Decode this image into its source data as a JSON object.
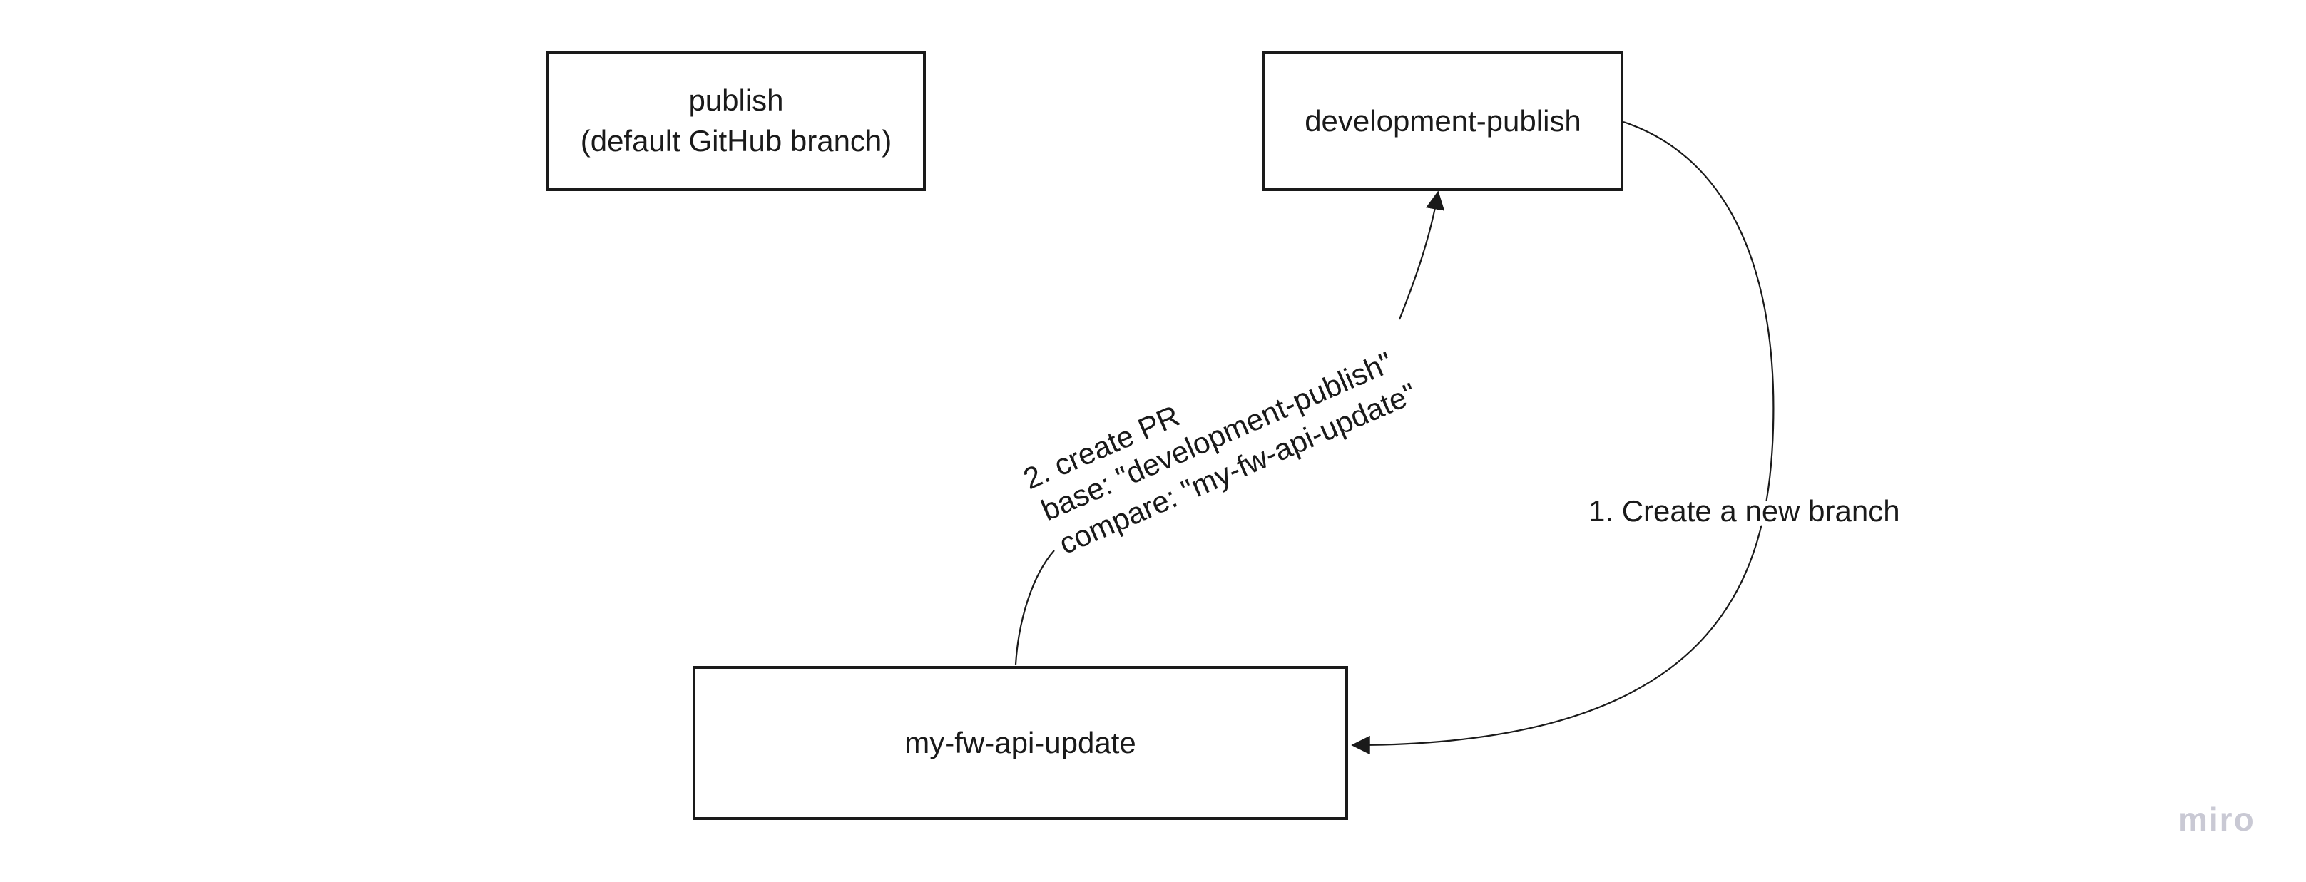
{
  "board": {
    "nodes": {
      "publish": {
        "line1": "publish",
        "line2": "(default GitHub branch)"
      },
      "development_publish": {
        "label": "development-publish"
      },
      "my_fw_api_update": {
        "label": "my-fw-api-update"
      }
    },
    "edges": {
      "create_branch": {
        "label": "1. Create a new branch"
      },
      "create_pr": {
        "line1": "2. create PR",
        "line2": "base: \"development-publish\"",
        "line3": "compare: \"my-fw-api-update\""
      }
    },
    "watermark": "miro",
    "colors": {
      "ink": "#1a1a1a",
      "watermark": "#c9c9d4",
      "background": "#ffffff"
    }
  }
}
